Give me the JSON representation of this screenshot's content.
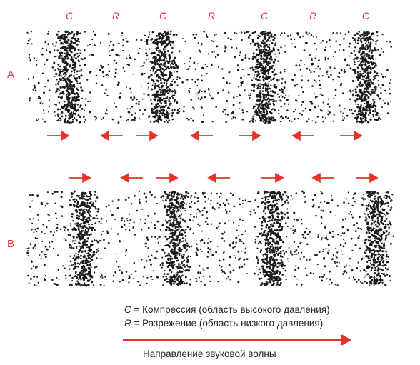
{
  "top_labels": [
    "C",
    "R",
    "C",
    "R",
    "C",
    "R",
    "C"
  ],
  "rows": {
    "a_label": "A",
    "b_label": "B"
  },
  "arrows": {
    "row_a": [
      "right",
      "left",
      "right",
      "left",
      "right",
      "left",
      "right"
    ],
    "row_b": [
      "right",
      "left",
      "right",
      "left",
      "right",
      "left",
      "right"
    ]
  },
  "legend": {
    "c_symbol": "C",
    "c_text": " = Компрессия (область высокого давления)",
    "r_symbol": "R",
    "r_text": " = Разрежение (область низкого давления)"
  },
  "caption": "Направление звуковой волны",
  "colors": {
    "accent": "#e5332a",
    "dots": "#1a1a1a",
    "text": "#222222"
  }
}
